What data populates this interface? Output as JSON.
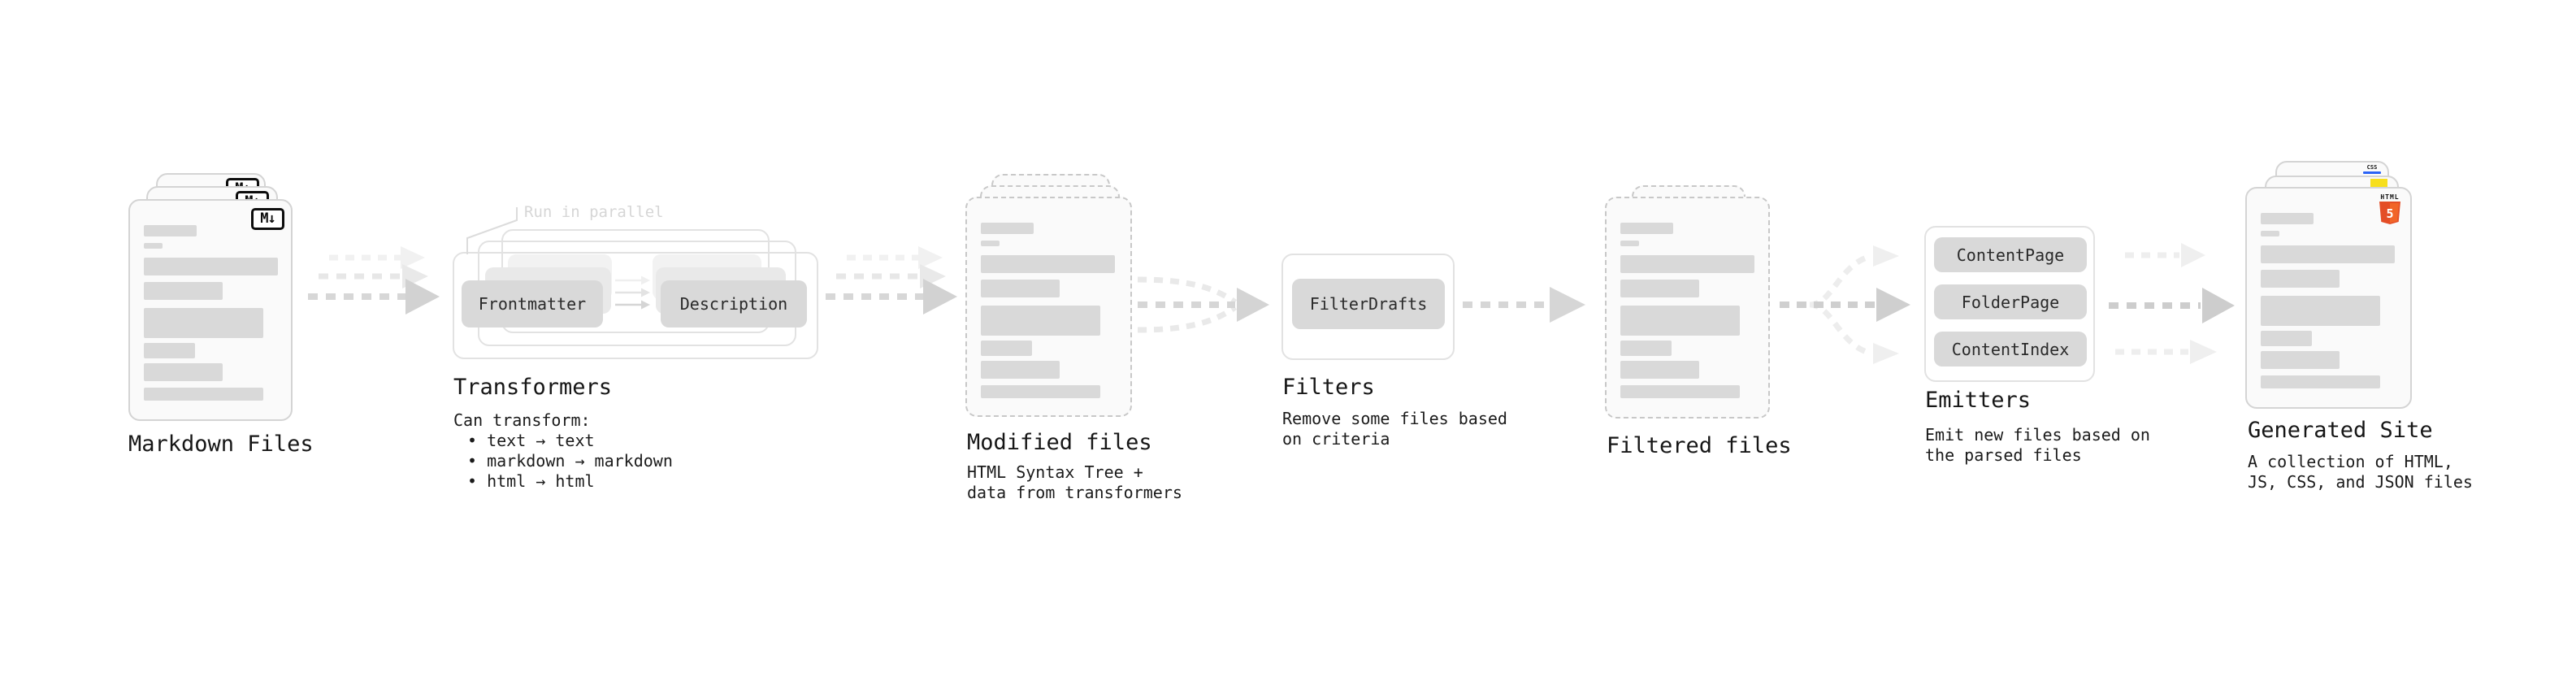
{
  "diagram": {
    "markdown_files": {
      "title": "Markdown Files",
      "icon": "M↓"
    },
    "transformers": {
      "title": "Transformers",
      "annotation": "Run in parallel",
      "steps": [
        "Frontmatter",
        "Description"
      ],
      "description": [
        "Can transform:",
        "• text → text",
        "• markdown → markdown",
        "• html → html"
      ]
    },
    "modified_files": {
      "title": "Modified files",
      "description": [
        "HTML Syntax Tree +",
        "data from transformers"
      ]
    },
    "filters": {
      "title": "Filters",
      "items": [
        "FilterDrafts"
      ],
      "description": [
        "Remove some files based",
        "on criteria"
      ]
    },
    "filtered_files": {
      "title": "Filtered files"
    },
    "emitters": {
      "title": "Emitters",
      "items": [
        "ContentPage",
        "FolderPage",
        "ContentIndex"
      ],
      "description": [
        "Emit new files based on",
        "the parsed files"
      ]
    },
    "generated_site": {
      "title": "Generated Site",
      "description": [
        "A collection of HTML,",
        "JS, CSS, and JSON files"
      ],
      "badges": {
        "html5_label": "HTML",
        "html5_numeral": "5",
        "css_label": "CSS"
      }
    },
    "colors": {
      "html5_orange": "#e44d26",
      "html5_orange_light": "#f16529",
      "js_yellow": "#f7df1e",
      "css_blue": "#2b63f6",
      "arrow_gray": "#d2d2d2"
    }
  }
}
